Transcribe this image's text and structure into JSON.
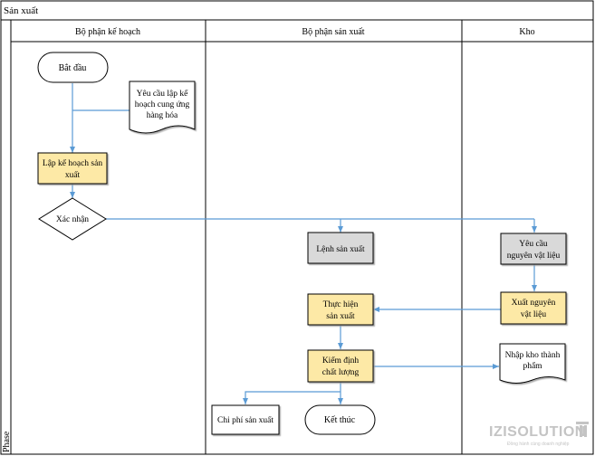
{
  "diagram": {
    "pool_title": "Sản xuất",
    "phase_label": "Phase",
    "lanes": [
      {
        "id": "plan",
        "title": "Bộ phận kế hoạch"
      },
      {
        "id": "prod",
        "title": "Bộ phận sản xuất"
      },
      {
        "id": "store",
        "title": "Kho"
      }
    ],
    "nodes": {
      "start": {
        "label": "Bắt đầu"
      },
      "request_doc": {
        "lines": [
          "Yêu cầu lập kế",
          "hoạch cung ứng",
          "hàng hóa"
        ]
      },
      "make_plan": {
        "lines": [
          "Lập kế hoạch sản",
          "xuất"
        ]
      },
      "confirm": {
        "label": "Xác nhận"
      },
      "prod_order": {
        "label": "Lệnh sản xuất"
      },
      "material_request": {
        "lines": [
          "Yêu cầu",
          "nguyên vật liệu"
        ]
      },
      "execute": {
        "lines": [
          "Thực hiện",
          "sản xuất"
        ]
      },
      "issue_material": {
        "lines": [
          "Xuất nguyên",
          "vật liệu"
        ]
      },
      "quality_check": {
        "lines": [
          "Kiểm định",
          "chất lượng"
        ]
      },
      "warehouse_in": {
        "lines": [
          "Nhập kho thành",
          "phẩm"
        ]
      },
      "cost": {
        "label": "Chi phí sản xuất"
      },
      "end": {
        "label": "Kết thúc"
      }
    },
    "colors": {
      "task_fill": "#fde9a6",
      "task_gray": "#d9d9d9",
      "arrow": "#5b9bd5",
      "border": "#000000"
    }
  },
  "watermark": {
    "name": "IZISOLUTION",
    "tagline": "Đồng hành cùng doanh nghiệp",
    "logo_icon": "izisolution-logo-icon"
  }
}
